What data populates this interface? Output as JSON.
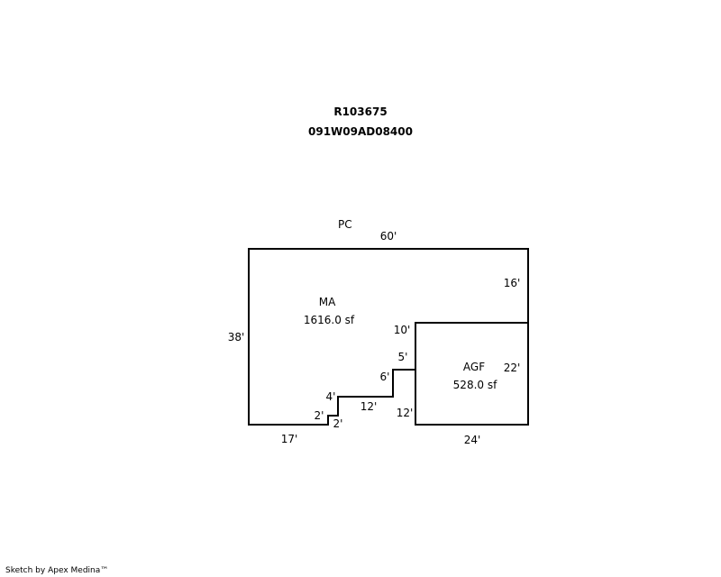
{
  "header": {
    "account_id": "R103675",
    "map_taxlot": "091W09AD08400"
  },
  "sketch": {
    "labels": {
      "pc": "PC",
      "ma_name": "MA",
      "ma_area": "1616.0 sf",
      "agf_name": "AGF",
      "agf_area": "528.0 sf"
    },
    "dimensions": {
      "top": "60'",
      "left": "38'",
      "bottom_left": "17'",
      "step_2a": "2'",
      "step_2b": "2'",
      "step_4": "4'",
      "step_12": "12'",
      "step_6": "6'",
      "step_5": "5'",
      "agf_top": "10'",
      "agf_left": "12'",
      "agf_right": "22'",
      "agf_bottom": "24'",
      "right_upper": "16'"
    }
  },
  "footer": {
    "credit": "Sketch by Apex Medina™"
  }
}
